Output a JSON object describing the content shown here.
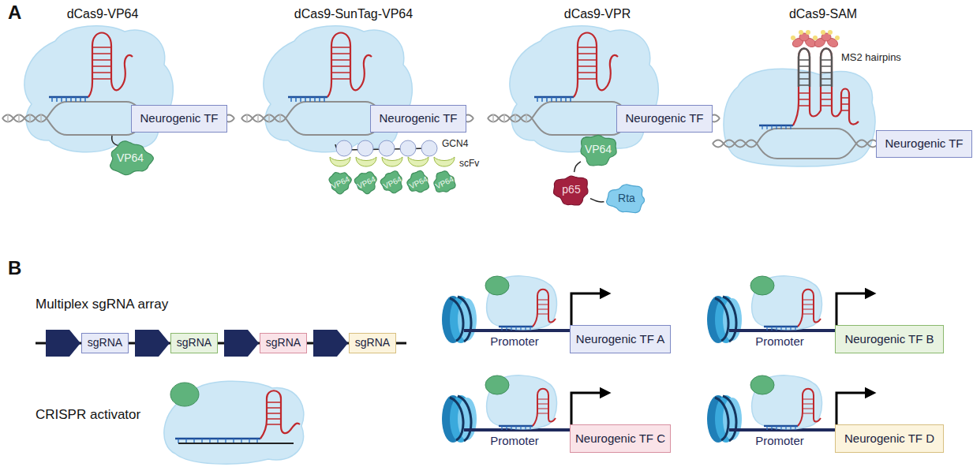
{
  "diagram": {
    "nodes": [
      {
        "text": [
          "Neurogenic TF"
        ]
      },
      {
        "text": [
          "VP64"
        ]
      },
      {
        "text": [
          "Neurogenic TF"
        ]
      },
      {
        "text": [
          "VP64"
        ]
      },
      {
        "text": [
          "VP64"
        ]
      },
      {
        "text": [
          "VP64"
        ]
      },
      {
        "text": [
          "VP64"
        ]
      },
      {
        "text": [
          "VP64"
        ]
      },
      {
        "text": [
          "Neurogenic TF"
        ]
      },
      {
        "text": [
          "VP64"
        ]
      },
      {
        "text": [
          "p65"
        ]
      },
      {
        "text": [
          "Rta"
        ]
      },
      {
        "text": [
          "Neurogenic TF"
        ]
      },
      {
        "text": [
          "sgRNA"
        ]
      },
      {
        "text": [
          "sgRNA"
        ]
      },
      {
        "text": [
          "sgRNA"
        ]
      },
      {
        "text": [
          "sgRNA"
        ]
      },
      {
        "text": [
          "Neurogenic TF A"
        ]
      },
      {
        "text": [
          "Neurogenic TF B"
        ]
      },
      {
        "text": [
          "Neurogenic TF C"
        ]
      },
      {
        "text": [
          "Neurogenic TF D"
        ]
      }
    ],
    "edges": [
      {
        "from": 9,
        "to": 10,
        "arrow": "none"
      },
      {
        "from": 10,
        "to": 11,
        "arrow": "none"
      }
    ],
    "labels": [
      "A",
      "dCas9-VP64",
      "dCas9-SunTag-VP64",
      "dCas9-VPR",
      "dCas9-SAM",
      "GCN4",
      "scFv",
      "MS2 hairpins",
      "B",
      "Multiplex sgRNA array",
      "CRISPR activator",
      "Promoter",
      "Promoter",
      "Promoter",
      "Promoter"
    ]
  }
}
